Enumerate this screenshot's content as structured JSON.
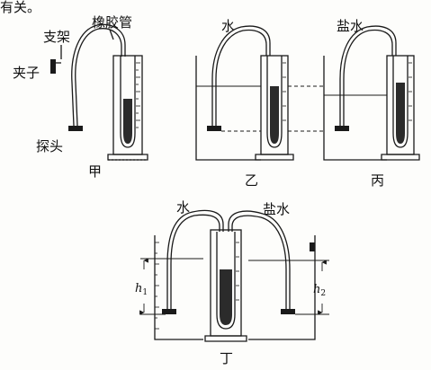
{
  "top_text": "有关。",
  "labels": {
    "bracket": "支架",
    "rubber_tube": "橡胶管",
    "clip": "夹子",
    "probe": "探头",
    "water_b": "水",
    "salt_c": "盐水",
    "water_d": "水",
    "salt_d": "盐水",
    "h1_letter": "h",
    "h1_sub": "1",
    "h2_letter": "h",
    "h2_sub": "2"
  },
  "captions": {
    "a": "甲",
    "b": "乙",
    "c": "丙",
    "d": "丁"
  },
  "colors": {
    "ink": "#1a1a1a",
    "liquid": "#2b2b2b",
    "paper": "#fdfdfb"
  }
}
